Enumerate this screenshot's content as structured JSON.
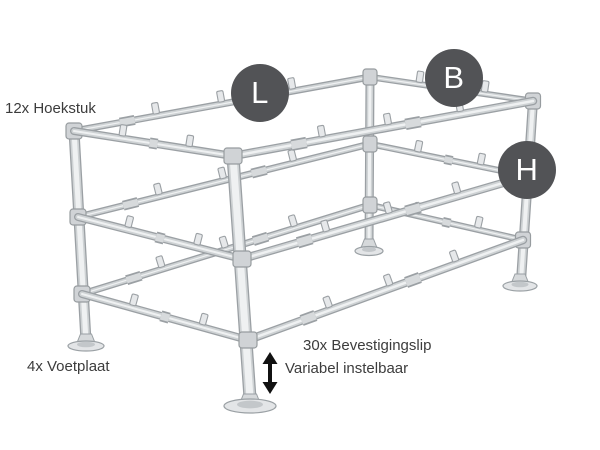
{
  "labels": {
    "hoekstuk": "12x Hoekstuk",
    "voetplaat": "4x Voetplaat",
    "bevestigingslip": "30x Bevestigingslip",
    "instelbaar": "Variabel instelbaar"
  },
  "dimension_markers": [
    {
      "letter": "L"
    },
    {
      "letter": "B"
    },
    {
      "letter": "H"
    }
  ],
  "icons": {
    "adjustable_arrow": "double-headed-vertical-arrow"
  },
  "colors": {
    "background": "#ffffff",
    "marker_bg": "#525356",
    "marker_text": "#ffffff",
    "label_text": "#3c3c3c",
    "arrow": "#111111",
    "tube_outline": "#9ba0a4",
    "tube_fill": "#ced2d4",
    "tube_highlight": "#eff1f2",
    "fitting_fill": "#d0d3d6",
    "foot_fill": "#e3e5e7"
  }
}
